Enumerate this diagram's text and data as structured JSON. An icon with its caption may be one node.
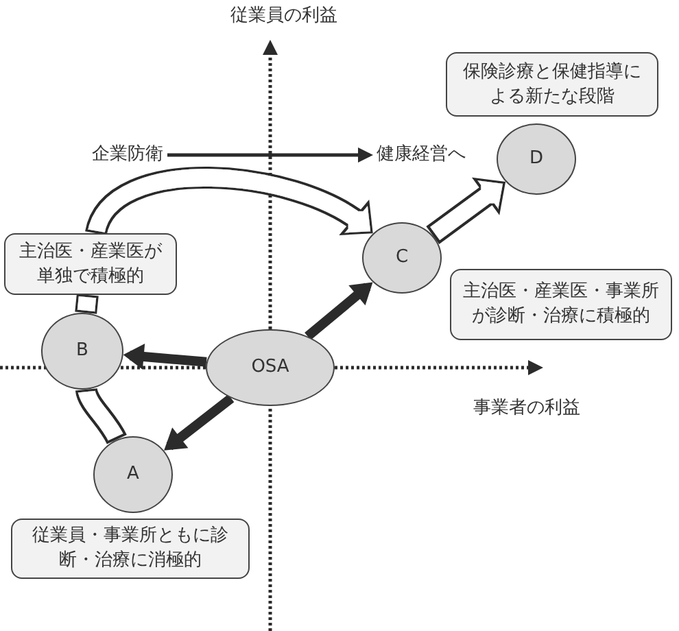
{
  "diagram": {
    "nodes": [
      {
        "text": [
          "保険診療と保健指導による新たな段階"
        ]
      },
      {
        "text": [
          "企業防衛"
        ]
      },
      {
        "text": [
          "健康経営へ"
        ]
      },
      {
        "text": [
          "D"
        ]
      },
      {
        "text": [
          "C"
        ]
      },
      {
        "text": [
          "主治医・産業医が単独で積極的"
        ]
      },
      {
        "text": [
          "主治医・産業医・事業所が診断・治療に積極的"
        ]
      },
      {
        "text": [
          "B"
        ]
      },
      {
        "text": [
          "OSA"
        ]
      },
      {
        "text": [
          "A"
        ]
      },
      {
        "text": [
          "従業員・事業所ともに診断・治療に消極的"
        ]
      }
    ],
    "edges": [
      {
        "from": 1,
        "to": 2,
        "arrow": "to"
      },
      {
        "from": 4,
        "to": 3,
        "arrow": "to",
        "style": "thick"
      },
      {
        "from": 5,
        "to": 4,
        "arrow": "to",
        "style": "thick"
      },
      {
        "from": 7,
        "to": 5,
        "arrow": "none",
        "style": "thick"
      },
      {
        "from": 8,
        "to": 4,
        "arrow": "to"
      },
      {
        "from": 8,
        "to": 7,
        "arrow": "to"
      },
      {
        "from": 8,
        "to": 9,
        "arrow": "to"
      },
      {
        "from": 9,
        "to": 7,
        "arrow": "none",
        "style": "thick"
      }
    ],
    "labels": [
      "従業員の利益",
      "事業者の利益"
    ]
  }
}
